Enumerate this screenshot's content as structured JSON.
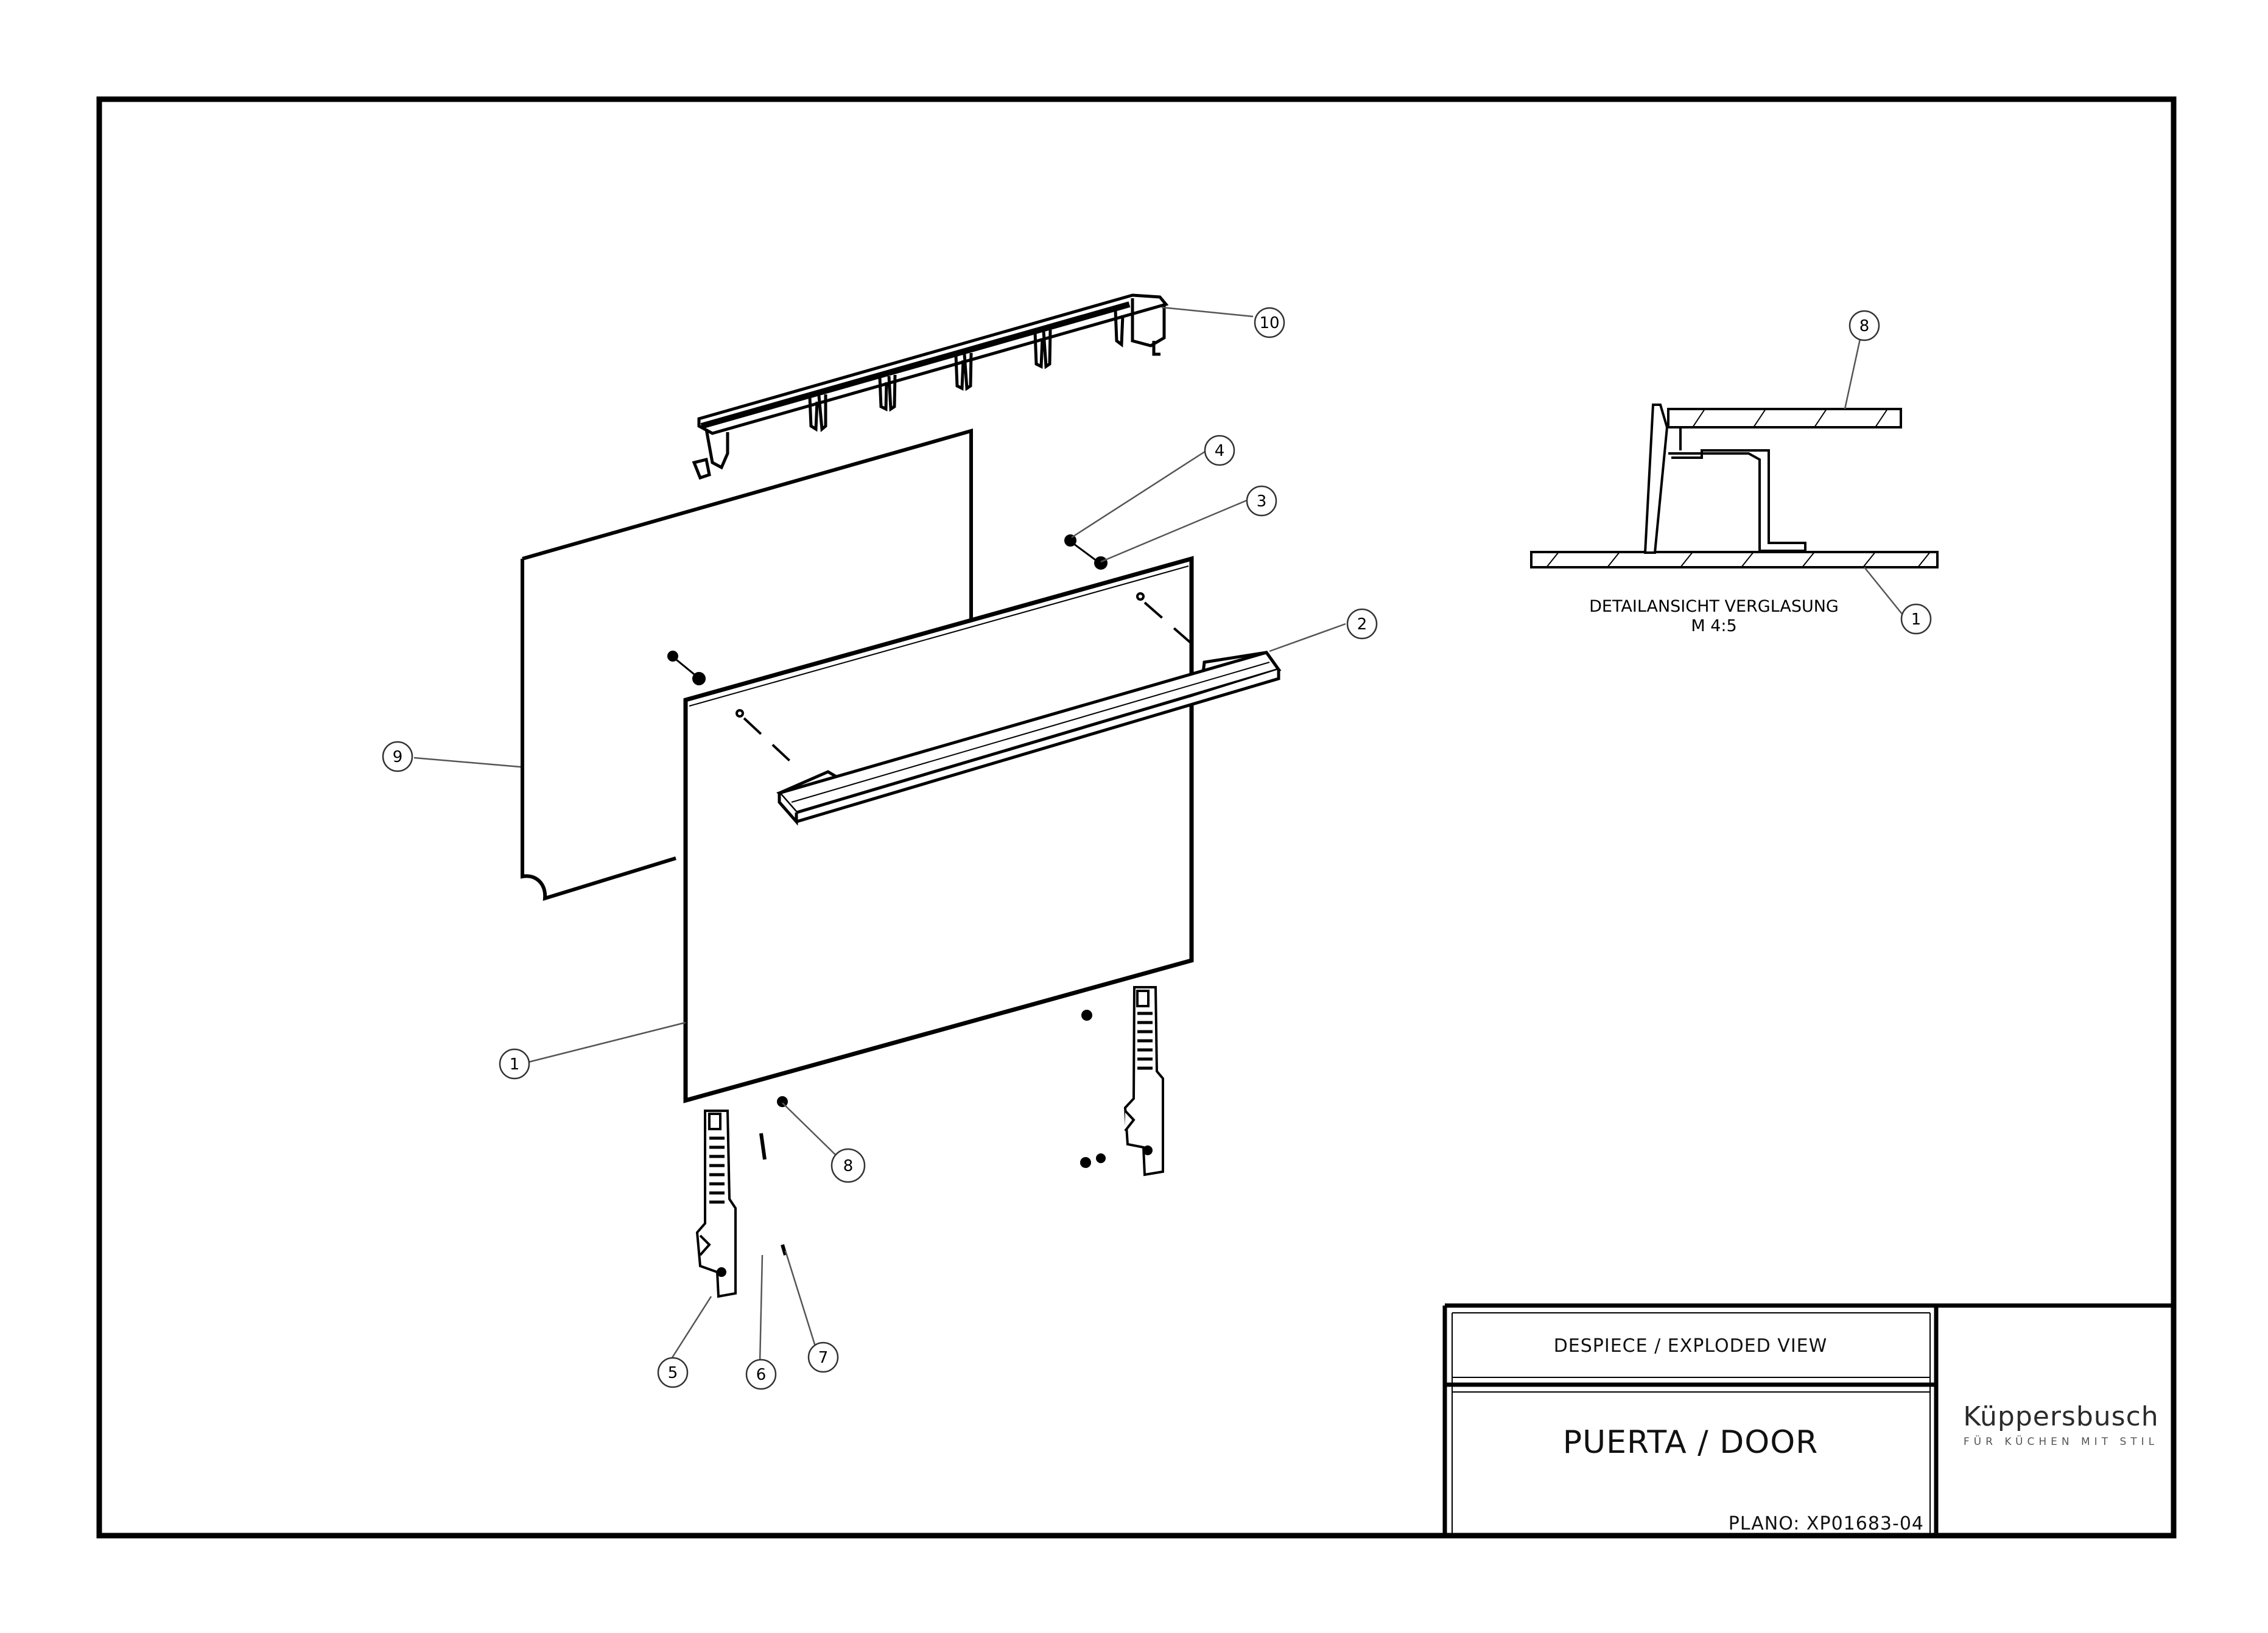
{
  "title_block": {
    "view_label": "DESPIECE / EXPLODED VIEW",
    "drawing_name": "PUERTA / DOOR",
    "plan_number": "PLANO: XP01683-04",
    "brand_name": "Küppersbusch",
    "brand_tagline": "FÜR KÜCHEN MIT STIL"
  },
  "detail": {
    "caption_line1": "DETAILANSICHT VERGLASUNG",
    "caption_line2": "M 4:5"
  },
  "callouts": {
    "c1_main": "1",
    "c1_detail": "1",
    "c2": "2",
    "c3": "3",
    "c4": "4",
    "c5": "5",
    "c6": "6",
    "c7": "7",
    "c8_main": "8",
    "c8_detail": "8",
    "c9": "9",
    "c10": "10"
  },
  "colors": {
    "line": "#000000",
    "paper": "#ffffff"
  }
}
